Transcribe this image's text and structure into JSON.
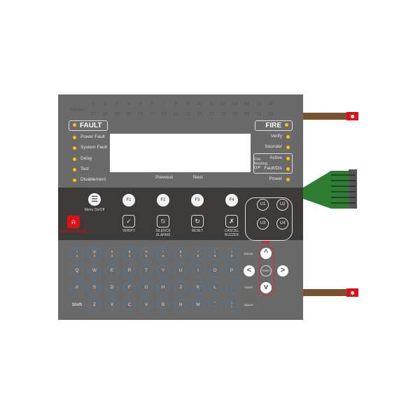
{
  "zones": {
    "label": "Zones",
    "row1": [
      "1",
      "2",
      "3",
      "4",
      "5",
      "6",
      "7",
      "8",
      "9",
      "10",
      "11",
      "12",
      "13",
      "14",
      "15",
      "16"
    ],
    "row2": [
      "17",
      "18",
      "19",
      "20",
      "21",
      "22",
      "23",
      "24",
      "25",
      "26",
      "27",
      "28",
      "29",
      "30",
      "31",
      "32"
    ]
  },
  "fault": {
    "title": "FAULT",
    "items": [
      "Power Fault",
      "System Fault",
      "Delay",
      "Test",
      "Disablement"
    ]
  },
  "fire": {
    "title": "FIRE",
    "verify": "Verify",
    "sounder": "Sounder",
    "routing_label": "Fire Routing O/P",
    "active": "Active",
    "fault_dis": "Fault/Dis",
    "power": "Power"
  },
  "display": {
    "previous": "Previous",
    "next": "Next"
  },
  "function_keys": {
    "menu": "Menu On/Off",
    "f": [
      "F1",
      "F2",
      "F3",
      "F4"
    ],
    "actions": [
      {
        "label": "VERIFY",
        "icon": "✓"
      },
      {
        "label": "SILENCE ALARMS",
        "icon": "⍉"
      },
      {
        "label": "RESET",
        "icon": "↻"
      },
      {
        "label": "CANCEL BUZZER",
        "icon": "✗"
      }
    ],
    "sound_alarms": "SOUND ALARMS",
    "u": [
      "U1",
      "U2",
      "U3",
      "U4"
    ]
  },
  "keyboard": {
    "row1": [
      [
        "!",
        "1"
      ],
      [
        "@",
        "2"
      ],
      [
        "#",
        "3"
      ],
      [
        "$",
        "4"
      ],
      [
        "%",
        "5"
      ],
      [
        "^",
        "6"
      ],
      [
        "&",
        "7"
      ],
      [
        "*",
        "8"
      ],
      [
        "(",
        "9"
      ],
      [
        ")",
        "0"
      ]
    ],
    "row2": [
      "Q",
      "W",
      "E",
      "R",
      "T",
      "Y",
      "U",
      "I",
      "O",
      "P"
    ],
    "row3": [
      "A",
      "S",
      "D",
      "F",
      "G",
      "H",
      "J",
      "K",
      "L",
      [
        ":",
        ";"
      ]
    ],
    "row4": [
      "Shift",
      "Z",
      "X",
      "C",
      "V",
      "B",
      "N",
      "M",
      [
        "\"",
        "'"
      ],
      [
        "|",
        "\\"
      ]
    ],
    "side": [
      "Delete",
      "Insert",
      "Space"
    ],
    "nav": {
      "fire": "FIRE",
      "up": "^",
      "down": "v",
      "left": "<",
      "right": ">",
      "enter": "Enter"
    }
  },
  "colors": {
    "panel": "#6b6a6a",
    "band": "#3e3a38",
    "led": "#f4c20d",
    "alarm": "#e0101a"
  }
}
